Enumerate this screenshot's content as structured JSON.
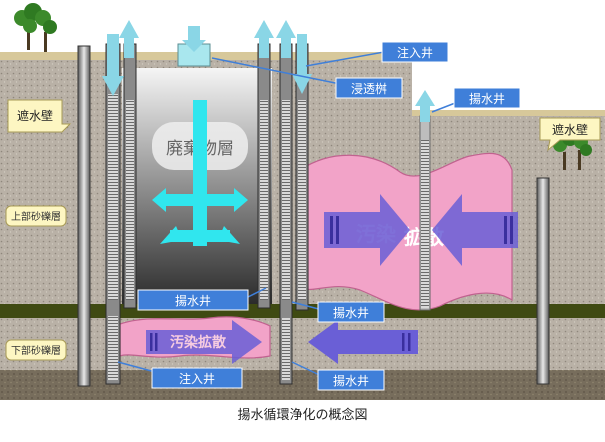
{
  "labels": {
    "injection_well": "注入井",
    "infiltration_pit": "浸透桝",
    "pumping_well": "揚水井",
    "cutoff_wall": "遮水壁",
    "upper_layer": "上部砂礫層",
    "lower_layer": "下部砂礫層",
    "waste_layer": "廃棄物層",
    "spread_left": "汚染",
    "spread_right": "拡散",
    "lower_spread": "汚染拡散"
  },
  "caption": "揚水循環浄化の概念図",
  "colors": {
    "callout_blue": "#3f7fd9",
    "pink_plume": "#f2a3c8",
    "cyan_flow": "#30e6ee",
    "violet_arrow": "#6a5fd6",
    "clay_band": "#3f4a12",
    "soil_gray": "#b8b0a4"
  },
  "icons": [
    "tree-icon",
    "arrow-up-icon",
    "arrow-down-icon"
  ]
}
